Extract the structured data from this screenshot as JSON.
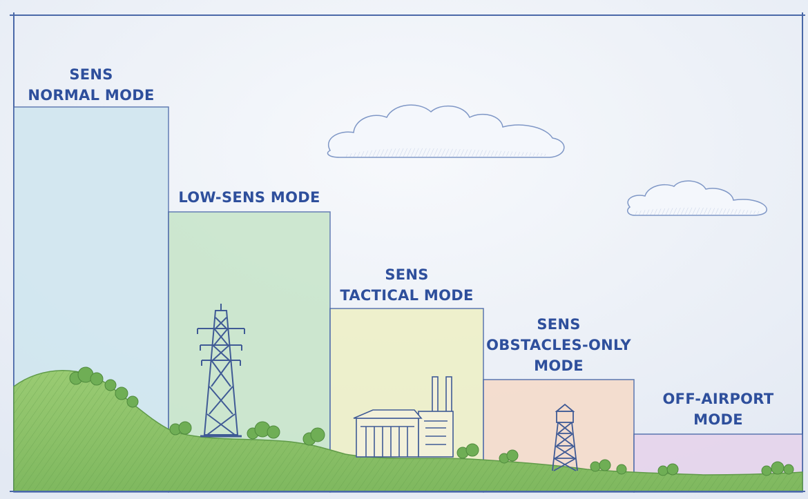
{
  "modes": [
    {
      "id": "normal",
      "lines": [
        "SENS",
        "NORMAL MODE"
      ],
      "fill": "#cfe6ef"
    },
    {
      "id": "low-sens",
      "lines": [
        "LOW-SENS MODE"
      ],
      "fill": "#c7e5c9"
    },
    {
      "id": "tactical",
      "lines": [
        "SENS",
        "TACTICAL MODE"
      ],
      "fill": "#eef0c8"
    },
    {
      "id": "obstacles",
      "lines": [
        "SENS",
        "OBSTACLES-ONLY",
        "MODE"
      ],
      "fill": "#f5dccb"
    },
    {
      "id": "off-airport",
      "lines": [
        "OFF-AIRPORT",
        "MODE"
      ],
      "fill": "#e6d4ec"
    }
  ],
  "colors": {
    "ink": "#2e4f9c",
    "line": "#4a68a8",
    "sky": "#e9eef6",
    "ground": "#8ec36a",
    "ground_dark": "#5f9a48",
    "bush": "#6fae55"
  },
  "icons": [
    "power-pylon-icon",
    "factory-icon",
    "water-tower-icon",
    "cloud-icon"
  ]
}
